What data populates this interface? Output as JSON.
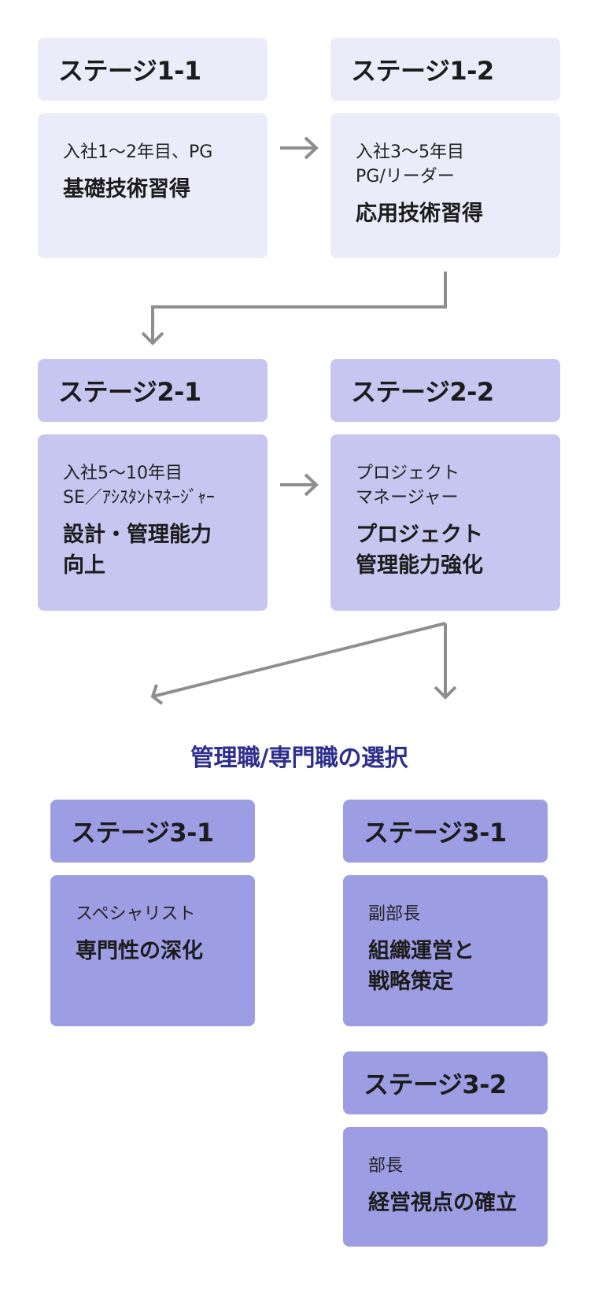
{
  "stages": [
    {
      "id": "1-1",
      "title": "ステージ1-1",
      "role": "入社1〜2年目、PG",
      "focus": "基礎技術習得"
    },
    {
      "id": "1-2",
      "title": "ステージ1-2",
      "role": "入社3〜5年目\nPG/リーダー",
      "focus": "応用技術習得"
    },
    {
      "id": "2-1",
      "title": "ステージ2-1",
      "role": "入社5〜10年目\nSE／ｱｼｽﾀﾝﾄﾏﾈｰｼﾞｬｰ",
      "focus": "設計・管理能力\n向上"
    },
    {
      "id": "2-2",
      "title": "ステージ2-2",
      "role": "プロジェクト\nマネージャー",
      "focus": "プロジェクト\n管理能力強化"
    },
    {
      "id": "3-1-specialist",
      "title": "ステージ3-1",
      "role": "スペシャリスト",
      "focus": "専門性の深化"
    },
    {
      "id": "3-1-manager",
      "title": "ステージ3-1",
      "role": "副部長",
      "focus": "組織運営と\n戦略策定"
    },
    {
      "id": "3-2",
      "title": "ステージ3-2",
      "role": "部長",
      "focus": "経営視点の確立"
    }
  ],
  "section_title": "管理職/専門職の選択",
  "colors": {
    "tier1": "#ecebf9",
    "tier2": "#c6c6f0",
    "tier3": "#9d9de4",
    "arrow": "#8e8e8e",
    "section_title": "#2f2f8f"
  }
}
